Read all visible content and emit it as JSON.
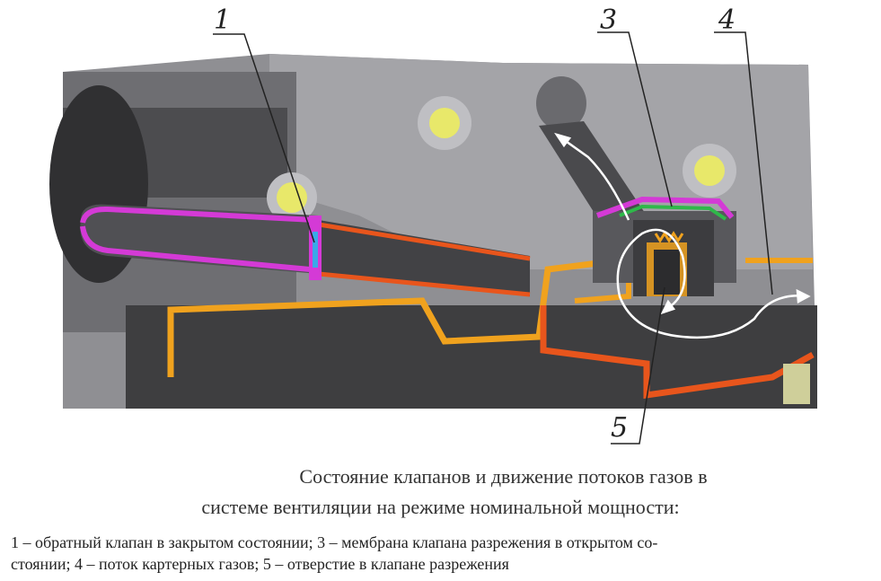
{
  "callouts": {
    "c1": "1",
    "c3": "3",
    "c4": "4",
    "c5": "5"
  },
  "caption": {
    "line1": "Состояние клапанов и движение потоков газов в",
    "line2": "системе вентиляции на режиме номинальной мощности:"
  },
  "legend": {
    "line1": "1 – обратный клапан в закрытом состоянии; 3 – мембрана клапана разрежения в открытом со-",
    "line2": "стоянии; 4 – поток картерных газов; 5 – отверстие в клапане разрежения"
  },
  "colors": {
    "housing": "#9a9a9e",
    "dark": "#3a3a3c",
    "orange": "#f0a21e",
    "red_orange": "#e8551c",
    "magenta": "#d43ad6",
    "green": "#2fb84a",
    "bolt": "#e8e86a",
    "flow": "#ffffff"
  }
}
